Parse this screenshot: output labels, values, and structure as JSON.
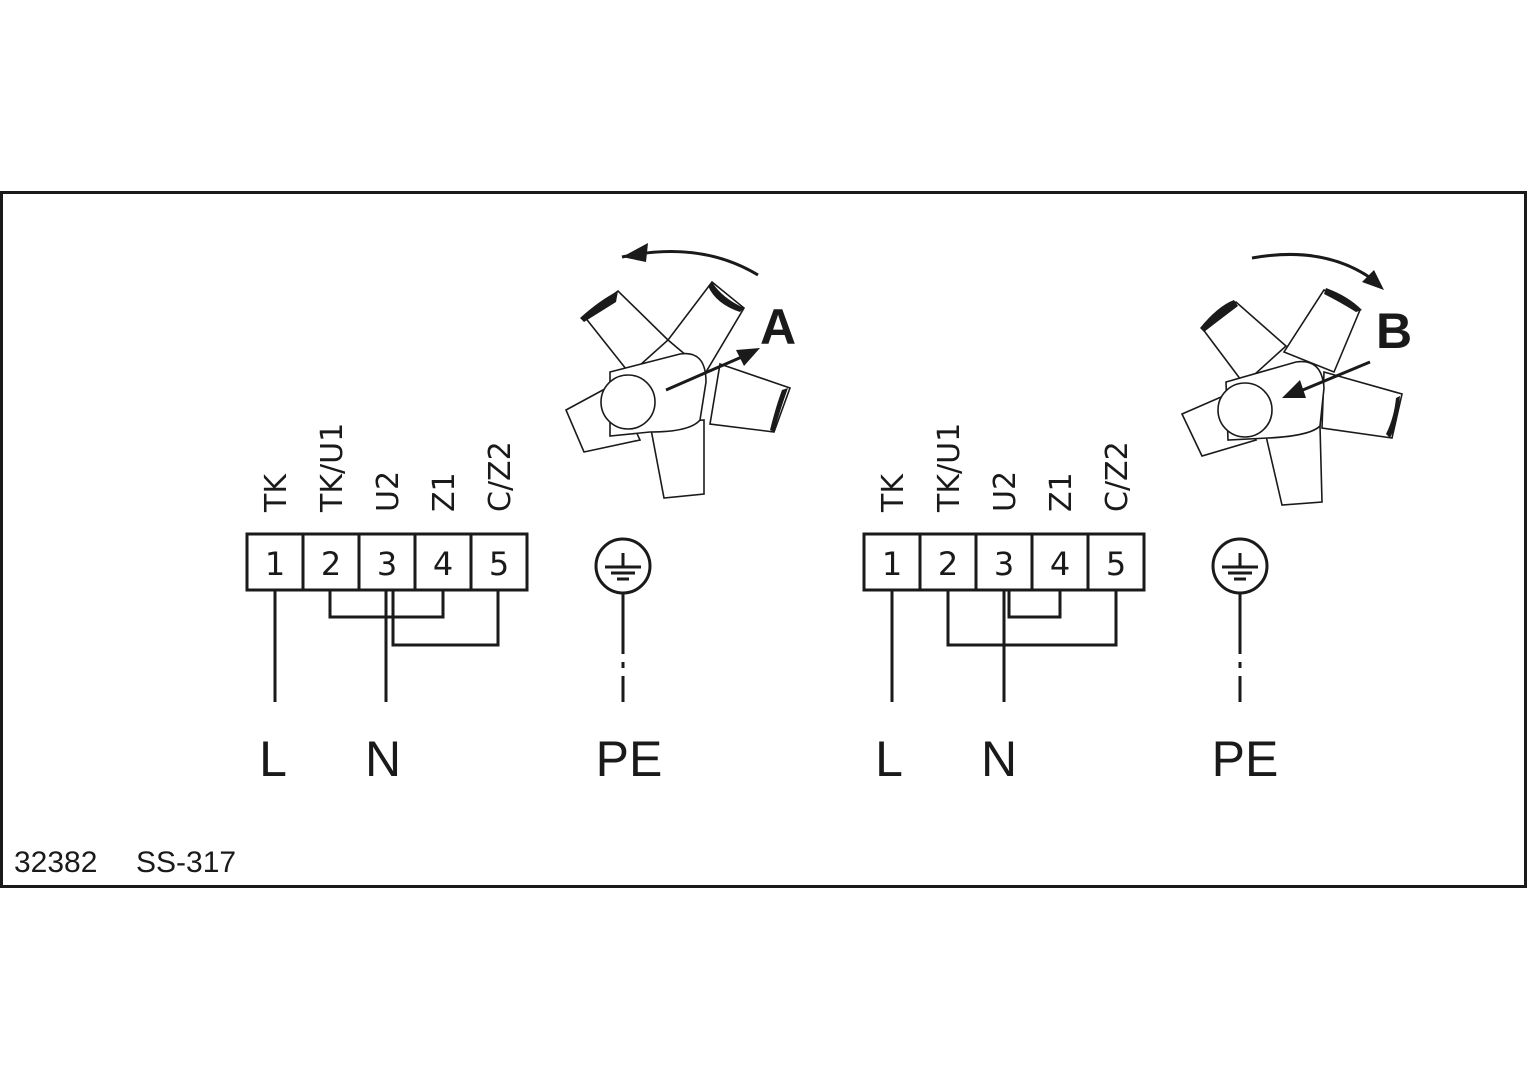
{
  "diagram": {
    "footer": {
      "code": "32382",
      "ref": "SS-317"
    },
    "panels": [
      {
        "id": "A",
        "rotation_label": "A",
        "rotation_direction": "counterclockwise",
        "terminal_labels": [
          "TK",
          "TK/U1",
          "U2",
          "Z1",
          "C/Z2"
        ],
        "terminal_numbers": [
          "1",
          "2",
          "3",
          "4",
          "5"
        ],
        "bridges": [
          "2-4",
          "3-5"
        ],
        "supply": {
          "line": "L",
          "neutral": "N",
          "earth": "PE"
        },
        "line_terminal": "1",
        "neutral_terminal": "3"
      },
      {
        "id": "B",
        "rotation_label": "B",
        "rotation_direction": "clockwise",
        "terminal_labels": [
          "TK",
          "TK/U1",
          "U2",
          "Z1",
          "C/Z2"
        ],
        "terminal_numbers": [
          "1",
          "2",
          "3",
          "4",
          "5"
        ],
        "bridges": [
          "3-4",
          "2-5"
        ],
        "supply": {
          "line": "L",
          "neutral": "N",
          "earth": "PE"
        },
        "line_terminal": "1",
        "neutral_terminal": "3"
      }
    ]
  }
}
